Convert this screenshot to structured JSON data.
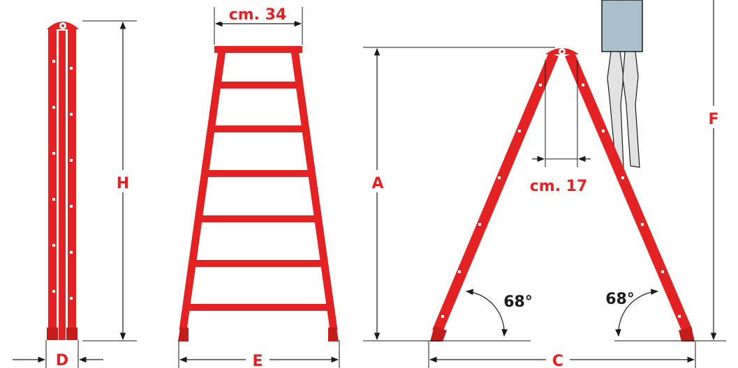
{
  "colors": {
    "ladder": "#e32323",
    "label": "#e32323",
    "dark_text": "#1a1a1a",
    "dimension_line": "#1a1a1a",
    "pants": "#a9c0cc",
    "legs": "#e2e2e2"
  },
  "folded_view": {
    "height_label": "H",
    "depth_label": "D"
  },
  "front_view": {
    "top_width_label": "cm. 34",
    "base_width_label": "E"
  },
  "side_view": {
    "height_label": "A",
    "reach_label": "F",
    "top_gap_label": "cm. 17",
    "base_label": "C",
    "left_angle_label": "68°",
    "right_angle_label": "68°"
  }
}
